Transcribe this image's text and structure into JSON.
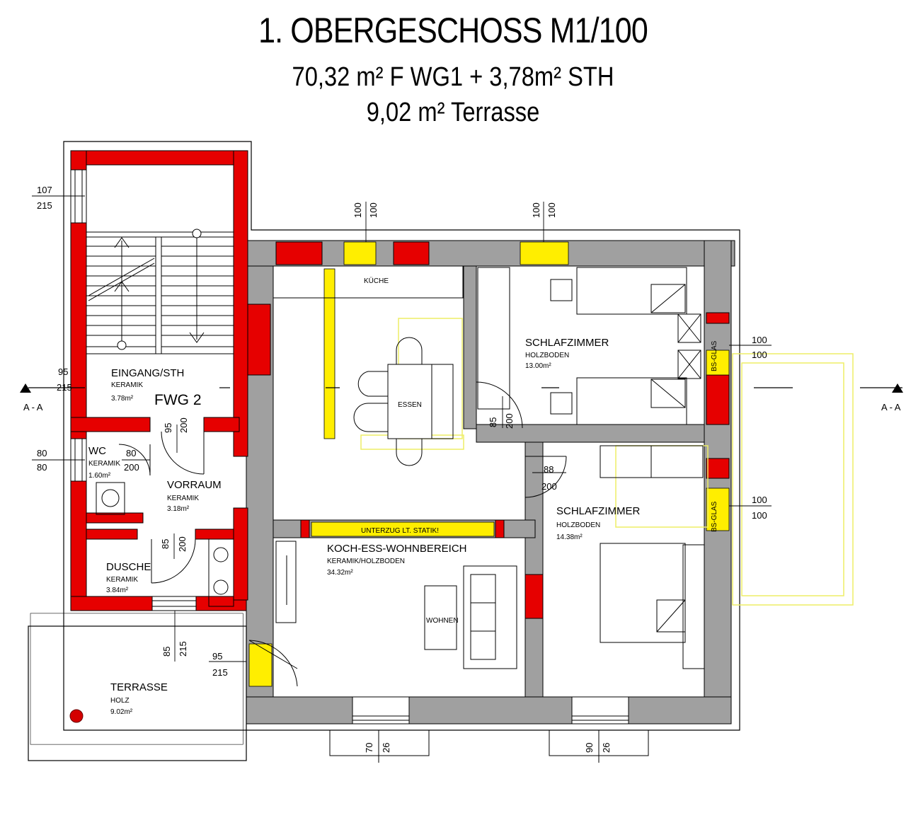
{
  "title": "1. OBERGESCHOSS M1/100",
  "subtitle_1": "70,32 m² F WG1 + 3,78m² STH",
  "subtitle_2": "9,02 m² Terrasse",
  "section": {
    "left": "A - A",
    "right": "A - A"
  },
  "unit_label": "FWG 2",
  "beam_label": "UNTERZUG LT. STATIK!",
  "colors": {
    "wall_new": "#e60000",
    "wall_existing": "#a0a0a0",
    "highlight": "#ffee00",
    "line": "#000000"
  },
  "rooms": {
    "kueche": "KÜCHE",
    "essen": "ESSEN",
    "wohnen": "WOHNEN",
    "eingang": {
      "name": "EINGANG/STH",
      "floor": "KERAMIK",
      "area": "3.78m²"
    },
    "wc": {
      "name": "WC",
      "floor": "KERAMIK",
      "area": "1.60m²"
    },
    "vorraum": {
      "name": "VORRAUM",
      "floor": "KERAMIK",
      "area": "3.18m²"
    },
    "dusche": {
      "name": "DUSCHE",
      "floor": "KERAMIK",
      "area": "3.84m²"
    },
    "schlaf1": {
      "name": "SCHLAFZIMMER",
      "floor": "HOLZBODEN",
      "area": "13.00m²"
    },
    "schlaf2": {
      "name": "SCHLAFZIMMER",
      "floor": "HOLZBODEN",
      "area": "14.38m²"
    },
    "koch": {
      "name": "KOCH-ESS-WOHNBEREICH",
      "floor": "KERAMIK/HOLZBODEN",
      "area": "34.32m²"
    },
    "terrasse": {
      "name": "TERRASSE",
      "floor": "HOLZ",
      "area": "9.02m²"
    }
  },
  "glass": {
    "label": "BS-GLAS"
  },
  "dims": {
    "win_stair_top": "107",
    "win_stair_bot": "215",
    "door_entry_top": "95",
    "door_entry_bot": "215",
    "win_wc_top": "80",
    "win_wc_bot": "80",
    "door_wc_top": "80",
    "door_wc_bot": "200",
    "door_fwg_a": "95",
    "door_fwg_b": "200",
    "door_dusche_a": "85",
    "door_dusche_b": "200",
    "door_terr_a": "85",
    "door_terr_b": "215",
    "door_living_top": "95",
    "door_living_bot": "215",
    "door_schlaf1_a": "85",
    "door_schlaf1_b": "200",
    "door_schlaf2_top": "88",
    "door_schlaf2_bot": "200",
    "win_kueche_a": "100",
    "win_kueche_b": "100",
    "win_schlaf1_a": "100",
    "win_schlaf1_b": "100",
    "glass1_top": "100",
    "glass1_bot": "100",
    "glass2_top": "100",
    "glass2_bot": "100",
    "win_bot1_a": "70",
    "win_bot1_b": "26",
    "win_bot2_a": "90",
    "win_bot2_b": "26"
  }
}
